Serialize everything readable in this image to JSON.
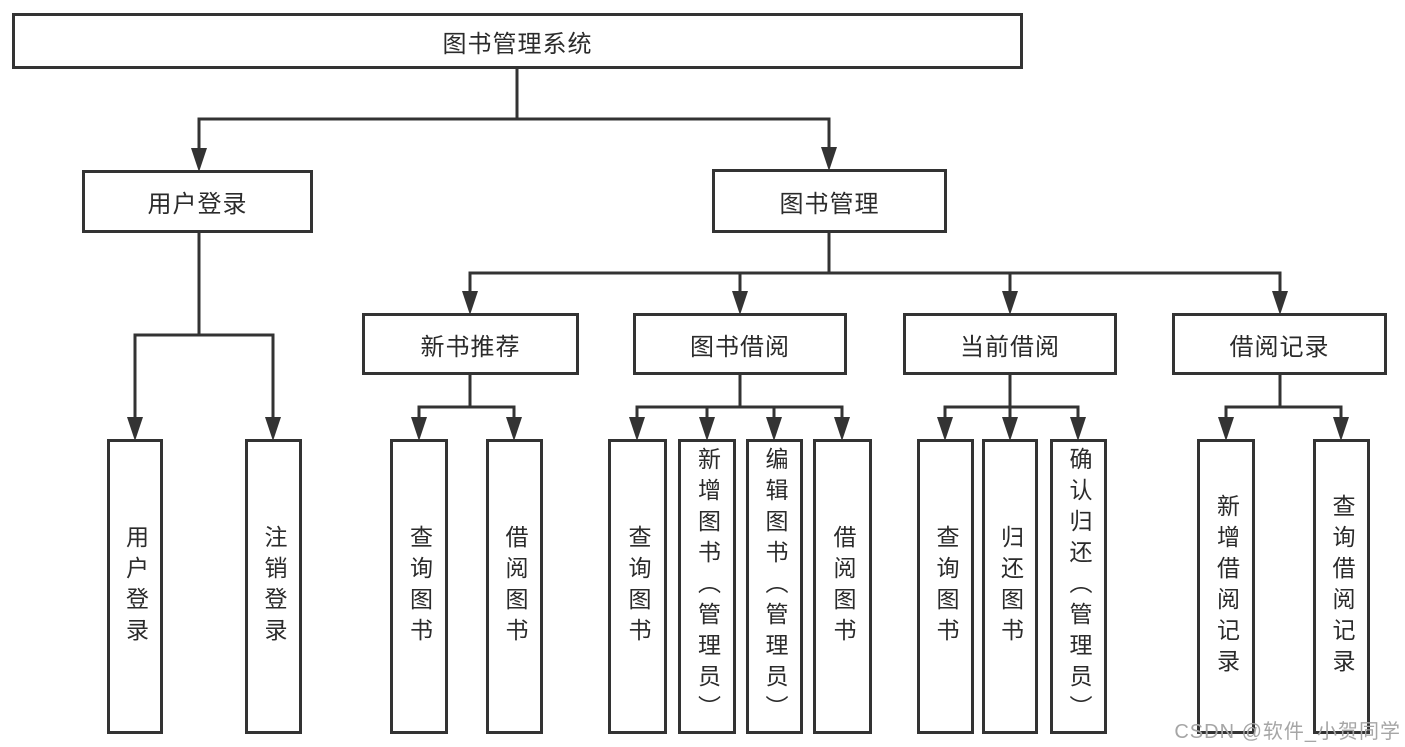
{
  "diagram_title": "图书管理系统",
  "tree": {
    "label": "图书管理系统",
    "children": [
      {
        "label": "用户登录",
        "children": [
          {
            "label": "用户登录"
          },
          {
            "label": "注销登录"
          }
        ]
      },
      {
        "label": "图书管理",
        "children": [
          {
            "label": "新书推荐",
            "children": [
              {
                "label": "查询图书"
              },
              {
                "label": "借阅图书"
              }
            ]
          },
          {
            "label": "图书借阅",
            "children": [
              {
                "label": "查询图书"
              },
              {
                "label": "新增图书（管理员）"
              },
              {
                "label": "编辑图书（管理员）"
              },
              {
                "label": "借阅图书"
              }
            ]
          },
          {
            "label": "当前借阅",
            "children": [
              {
                "label": "查询图书"
              },
              {
                "label": "归还图书"
              },
              {
                "label": "确认归还（管理员）"
              }
            ]
          },
          {
            "label": "借阅记录",
            "children": [
              {
                "label": "新增借阅记录"
              },
              {
                "label": "查询借阅记录"
              }
            ]
          }
        ]
      }
    ]
  },
  "watermark": "CSDN @软件_小贺同学",
  "colors": {
    "line": "#333333",
    "text": "#2b2b2b",
    "watermark": "#a6a6a6",
    "bg": "#ffffff"
  }
}
